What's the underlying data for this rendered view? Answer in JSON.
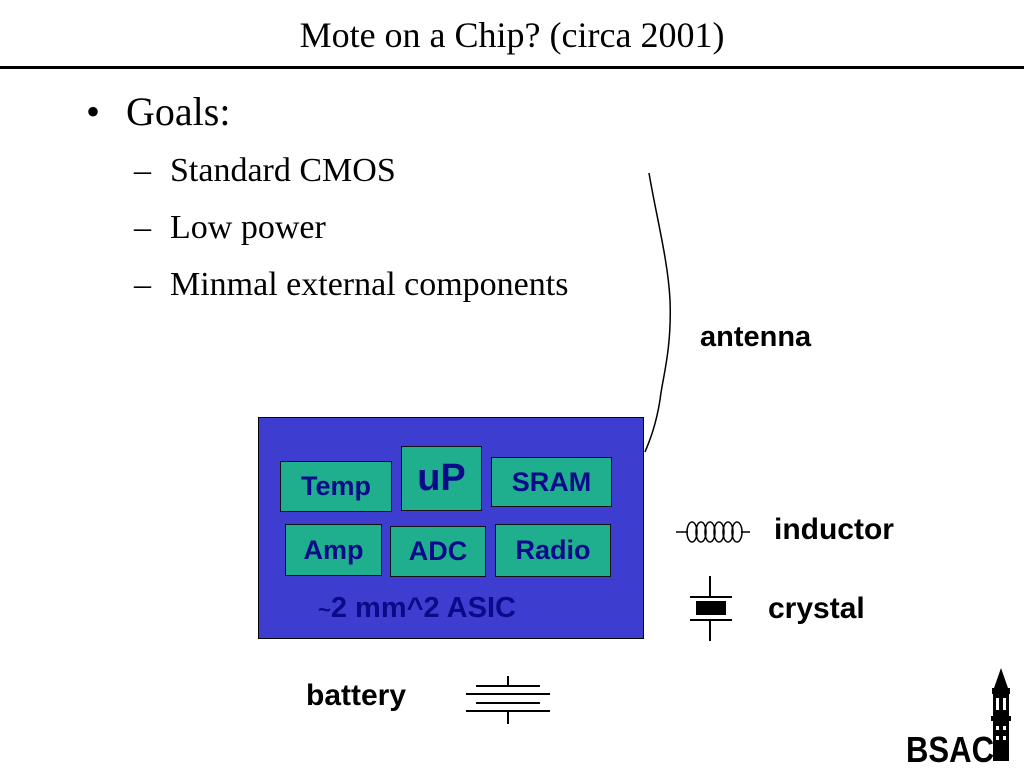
{
  "title": "Mote on a Chip? (circa 2001)",
  "goals": {
    "heading": "Goals:",
    "items": [
      "Standard CMOS",
      "Low power",
      "Minmal external components"
    ]
  },
  "chip": {
    "blocks": {
      "temp": "Temp",
      "up": "uP",
      "sram": "SRAM",
      "amp": "Amp",
      "adc": "ADC",
      "radio": "Radio"
    },
    "size_prefix": "~",
    "size_label": "2 mm^2 ASIC"
  },
  "components": {
    "antenna": "antenna",
    "inductor": "inductor",
    "crystal": "crystal",
    "battery": "battery"
  },
  "logo": "BSAC",
  "colors": {
    "chip_fill": "#3d3dcf",
    "block_fill": "#1fae8e",
    "block_text": "#0a0a8a"
  }
}
